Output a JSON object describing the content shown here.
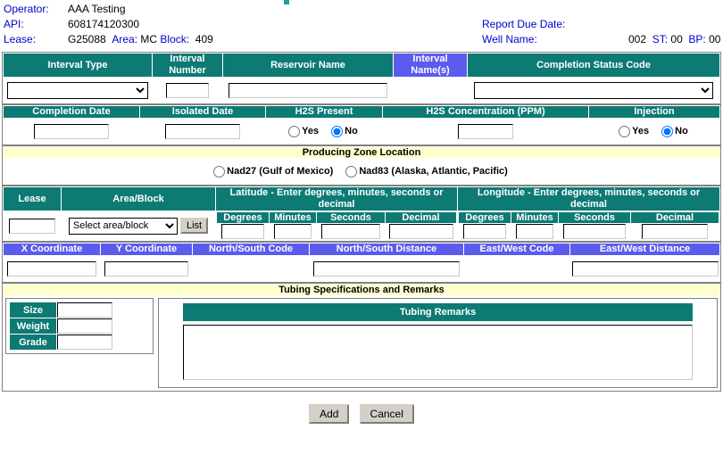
{
  "header": {
    "operator_label": "Operator:",
    "operator_value": "AAA Testing",
    "api_label": "API:",
    "api_value": "608174120300",
    "lease_label": "Lease:",
    "lease_value": "G25088",
    "area_label": "Area:",
    "area_value": "MC",
    "block_label": "Block:",
    "block_value": "409",
    "report_due_label": "Report Due Date:",
    "report_due_value": "",
    "well_name_label": "Well Name:",
    "well_name_value": "002",
    "st_label": "ST:",
    "st_value": "00",
    "bp_label": "BP:",
    "bp_value": "00"
  },
  "interval_row": {
    "interval_type_header": "Interval Type",
    "interval_type_value": "",
    "interval_number_header": "Interval Number",
    "interval_number_value": "",
    "reservoir_name_header": "Reservoir Name",
    "reservoir_name_value": "",
    "interval_names_header": "Interval Name(s)",
    "interval_names_value": "",
    "completion_status_header": "Completion Status Code",
    "completion_status_value": ""
  },
  "dates_row": {
    "completion_date_header": "Completion Date",
    "completion_date_value": "",
    "isolated_date_header": "Isolated Date",
    "isolated_date_value": "",
    "h2s_present_header": "H2S Present",
    "h2s_yes_label": "Yes",
    "h2s_no_label": "No",
    "h2s_selected": "No",
    "h2s_conc_header": "H2S Concentration (PPM)",
    "h2s_conc_value": "",
    "injection_header": "Injection",
    "injection_yes_label": "Yes",
    "injection_no_label": "No",
    "injection_selected": "No"
  },
  "producing_zone": {
    "title": "Producing Zone Location",
    "nad27_label": "Nad27 (Gulf of Mexico)",
    "nad83_label": "Nad83 (Alaska, Atlantic, Pacific)",
    "selected": ""
  },
  "location": {
    "lease_header": "Lease",
    "lease_value": "",
    "area_block_header": "Area/Block",
    "area_block_selected": "Select area/block",
    "area_block_options": [
      "Select area/block"
    ],
    "list_button": "List",
    "latitude_header": "Latitude - Enter degrees, minutes, seconds or decimal",
    "longitude_header": "Longitude - Enter degrees, minutes, seconds or decimal",
    "degrees_header": "Degrees",
    "minutes_header": "Minutes",
    "seconds_header": "Seconds",
    "decimal_header": "Decimal",
    "lat_degrees": "",
    "lat_minutes": "",
    "lat_seconds": "",
    "lat_decimal": "",
    "lon_degrees": "",
    "lon_minutes": "",
    "lon_seconds": "",
    "lon_decimal": ""
  },
  "coords_row": {
    "x_coord_header": "X Coordinate",
    "x_coord_value": "",
    "y_coord_header": "Y Coordinate",
    "y_coord_value": "",
    "ns_code_header": "North/South Code",
    "ns_code_value": "",
    "ns_distance_header": "North/South Distance",
    "ns_distance_value": "",
    "ew_code_header": "East/West Code",
    "ew_code_value": "",
    "ew_distance_header": "East/West Distance",
    "ew_distance_value": ""
  },
  "tubing": {
    "title": "Tubing Specifications and Remarks",
    "size_label": "Size",
    "size_value": "",
    "weight_label": "Weight",
    "weight_value": "",
    "grade_label": "Grade",
    "grade_value": "",
    "remarks_header": "Tubing Remarks",
    "remarks_value": ""
  },
  "actions": {
    "add_label": "Add",
    "cancel_label": "Cancel"
  },
  "colors": {
    "teal": "#0d7a74",
    "blue": "#5b5bee",
    "yellow": "#ffffcc",
    "label_blue": "#0000cc"
  }
}
